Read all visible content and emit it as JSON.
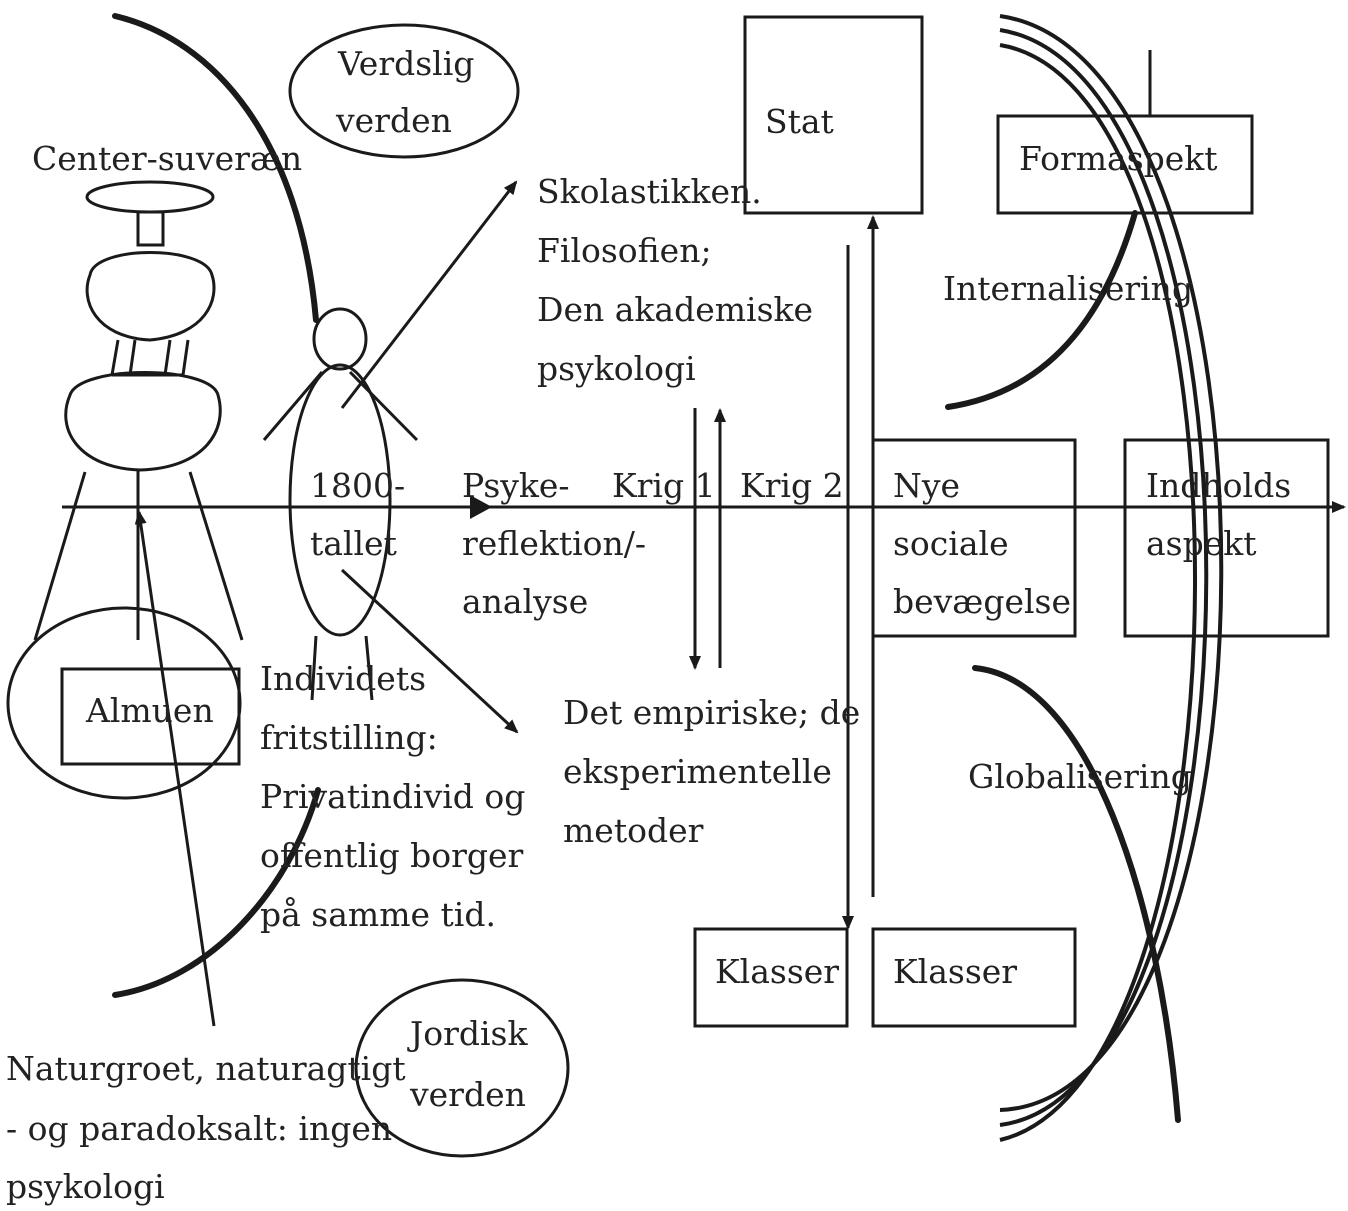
{
  "labels": {
    "verdslig_1": "Verdslig",
    "verdslig_2": "verden",
    "center": "Center-suveræn",
    "almuen": "Almuen",
    "tallet_1": "1800-",
    "tallet_2": "tallet",
    "skol_1": "Skolastikken.",
    "skol_2": "Filosofien;",
    "skol_3": "Den  akademiske",
    "skol_4": "psykologi",
    "psyke_1": "Psyke-",
    "psyke_2": "reflektion/-",
    "psyke_3": "analyse",
    "krig1": "Krig 1",
    "krig2": "Krig 2",
    "stat": "Stat",
    "nye_1": "Nye",
    "nye_2": "sociale",
    "nye_3": "bevægelse",
    "indholds_1": "Indholds",
    "indholds_2": "aspekt",
    "formaspekt": "Formaspekt",
    "internalisering": "Internalisering",
    "globalisering": "Globalisering",
    "indiv_1": "Individets",
    "indiv_2": "fritstilling:",
    "indiv_3": "Privatindivid  og",
    "indiv_4": "offentlig   borger",
    "indiv_5": "på samme tid.",
    "empir_1": "Det  empiriske;  de",
    "empir_2": "eksperimentelle",
    "empir_3": "metoder",
    "klasser_left": "Klasser",
    "klasser_right": "Klasser",
    "jordisk_1": "Jordisk",
    "jordisk_2": "verden",
    "natur_1": "Naturgroet, naturagtigt",
    "natur_2": "- og paradoksalt: ingen",
    "natur_3": "psykologi"
  }
}
